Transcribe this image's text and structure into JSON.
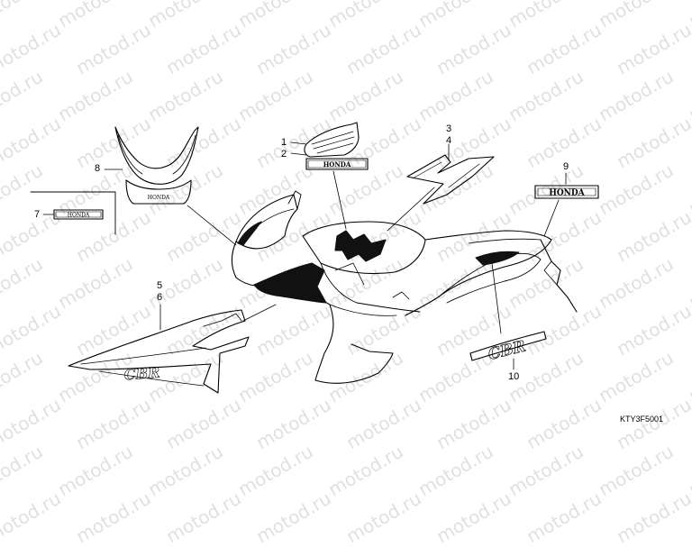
{
  "watermark": {
    "text": "motod.ru"
  },
  "diagram_code": "KTY3F5001",
  "callouts": {
    "c1": "1",
    "c2": "2",
    "c3": "3",
    "c4": "4",
    "c5": "5",
    "c6": "6",
    "c7": "7",
    "c8": "8",
    "c9": "9",
    "c10": "10"
  },
  "decals": {
    "wing_logo_text": "HONDA",
    "front_logo_text": "HONDA",
    "small_logo_text": "HONDA",
    "side_logo_text": "HONDA",
    "cbr_side_text": "CBR",
    "cbr_tail_text": "CBR"
  },
  "colors": {
    "line": "#000000",
    "fill": "#ffffff",
    "dark": "#111111",
    "watermark": "#c8c8c8"
  }
}
